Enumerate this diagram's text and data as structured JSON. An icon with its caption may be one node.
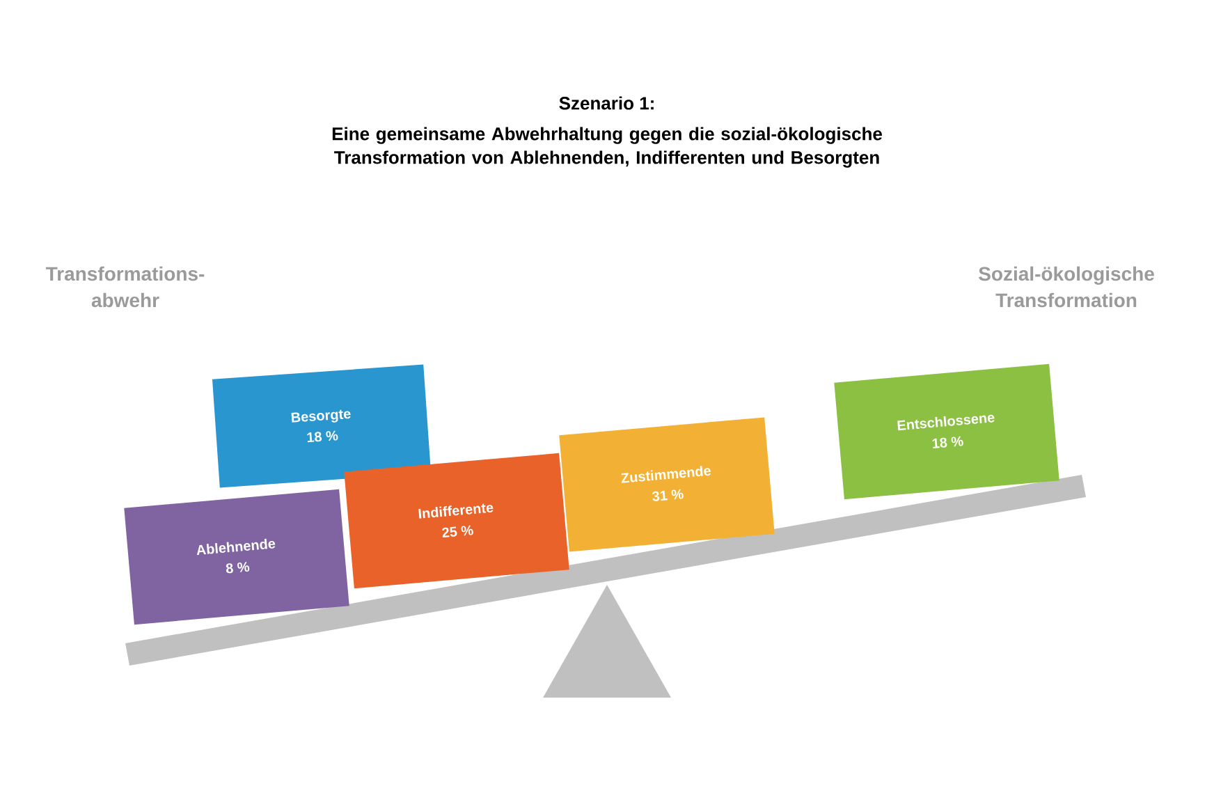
{
  "diagram": {
    "title": "Szenario 1:",
    "nodes": [
      {
        "text": [
          "Besorgte",
          "18 %"
        ]
      },
      {
        "text": [
          "Ablehnende",
          "8 %"
        ]
      },
      {
        "text": [
          "Indifferente",
          "25 %"
        ]
      },
      {
        "text": [
          "Zustimmende",
          "31 %"
        ]
      },
      {
        "text": [
          "Entschlossene",
          "18 %"
        ]
      }
    ],
    "labels": [
      "Eine gemeinsame Abwehrhaltung gegen die sozial-ökologische Transformation von Ablehnenden, Indifferenten und Besorgten",
      "Transformations-abwehr",
      "Sozial-ökologische Transformation"
    ]
  }
}
